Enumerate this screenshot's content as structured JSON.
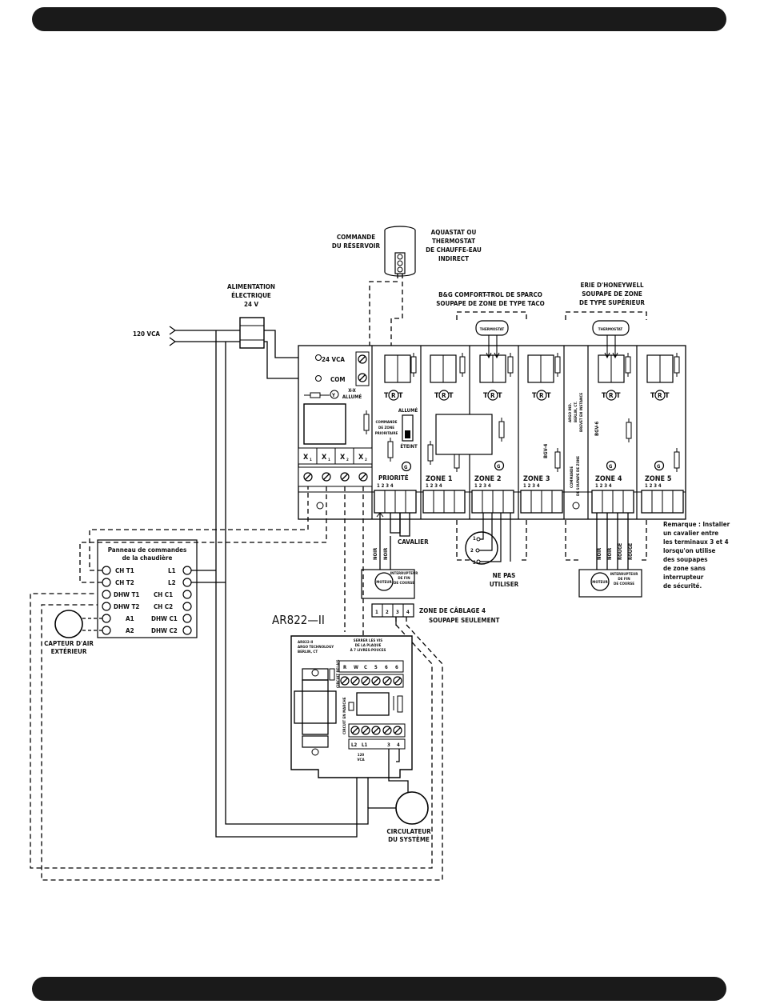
{
  "labels": {
    "tank_control": [
      "COMMANDE",
      "DU RÉSERVOIR"
    ],
    "aquastat": [
      "AQUASTAT OU",
      "THERMOSTAT",
      "DE CHAUFFE-EAU",
      "INDIRECT"
    ],
    "power_supply": [
      "ALIMENTATION",
      "ÉLECTRIQUE",
      "24 V"
    ],
    "vca_120": "120 VCA",
    "taco_group": [
      "B&G COMFORT-TROL DE SPARCO",
      "SOUPAPE DE ZONE DE TYPE TACO"
    ],
    "erie_group": [
      "ERIE D'HONEYWELL",
      "SOUPAPE DE ZONE",
      "DE TYPE SUPÉRIEUR"
    ],
    "thermostat": "THERMOSTAT",
    "v24": "24 VCA",
    "com": "COM",
    "xx_on": [
      "X-X",
      "ALLUMÉ"
    ],
    "allume": "ALLUMÉ",
    "priority_zone_cmd": [
      "COMMANDE",
      "DE ZONE",
      "PRIORITAIRE"
    ],
    "eteint": "ÉTEINT",
    "x_terminals": [
      "X",
      "X",
      "X",
      "X"
    ],
    "x_subs": [
      "1",
      "1",
      "2",
      "2"
    ],
    "priority": "PRIORITÉ",
    "terminal_digits": "1 2 3 4",
    "zones": [
      "ZONE  1",
      "ZONE  2",
      "ZONE  3",
      "ZONE  4",
      "ZONE  5"
    ],
    "cavalier": "CAVALIER",
    "noir": "NOIR",
    "rouge": "ROUGE",
    "ne_pas_utiliser": [
      "NE PAS",
      "UTILISER"
    ],
    "end_switch": [
      "INTERRUPTEUR",
      "DE FIN",
      "DE COURSE"
    ],
    "motor": "MOTEUR",
    "wiring_zone4": [
      "ZONE DE CÂBLAGE 4",
      "SOUPAPE SEULEMENT"
    ],
    "boiler_panel_title": [
      "Panneau de commandes",
      "de la chaudière"
    ],
    "boiler_left_terminals": [
      "CH  T1",
      "CH  T2",
      "DHW  T1",
      "DHW  T2",
      "A1",
      "A2"
    ],
    "boiler_right_terminals": [
      "L1",
      "L2",
      "CH  C1",
      "CH  C2",
      "DHW  C1",
      "DHW  C2"
    ],
    "outdoor_sensor": [
      "CAPTEUR D'AIR",
      "EXTÉRIEUR"
    ],
    "ar822": "AR822—II",
    "ar822_plate": [
      "AR822-II",
      "ARGO TECHNOLOGY",
      "BERLIN, CT"
    ],
    "plate_note": [
      "SERRER LES VIS",
      "DE LA PLAQUE",
      "À 7 LIVRES-POUCES"
    ],
    "top_terminals": [
      "R",
      "W",
      "C",
      "5",
      "6",
      "6"
    ],
    "bottom_terminals": [
      "L2",
      "L1",
      "3",
      "4"
    ],
    "vca_small": [
      "120",
      "VCA"
    ],
    "circulator": [
      "CIRCULATEUR",
      "DU SYSTÈME"
    ],
    "remarque": [
      "Remarque : Installer",
      "un cavalier entre",
      "les terminaux 3 et 4",
      "lorsqu'on utilise",
      "des soupapes",
      "de zone sans",
      "interrupteur",
      "de sécurité."
    ],
    "bgv4": "BGV-4",
    "bgv6": "BGV-6",
    "argo_vertical": [
      "ARGO IND.",
      "BERLIN, CT.",
      "BREVET EN INSTANCE"
    ],
    "zone_valve_cmd_vertical": [
      "COMMANDE",
      "DE SOUPAPE DE ZONE"
    ],
    "circuit_en_marche": "CIRCUIT EN MARCHE",
    "circuit_relais": "CIRCUIT RELAIS",
    "pin_numbers": [
      "1",
      "2",
      "3"
    ]
  }
}
